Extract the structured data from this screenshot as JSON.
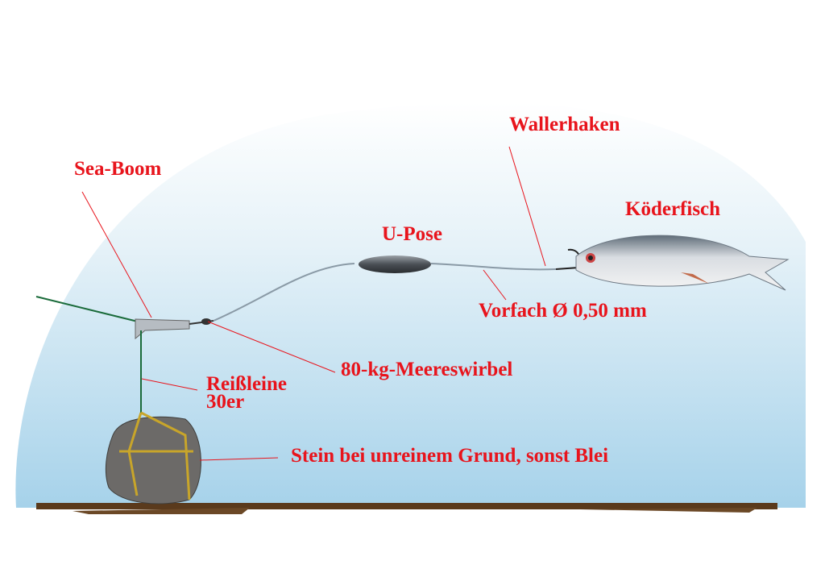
{
  "labels": {
    "sea_boom": "Sea-Boom",
    "wallerhaken": "Wallerhaken",
    "u_pose": "U-Pose",
    "koederfisch": "Köderfisch",
    "vorfach": "Vorfach Ø 0,50 mm",
    "wirbel": "80-kg-Meereswirbel",
    "reissleine_1": "Reißleine",
    "reissleine_2": "30er",
    "stein": "Stein bei unreinem Grund, sonst Blei"
  },
  "colors": {
    "label": "#e8141c",
    "water": "#a9d3ea",
    "ground": "#5a3a1c"
  }
}
